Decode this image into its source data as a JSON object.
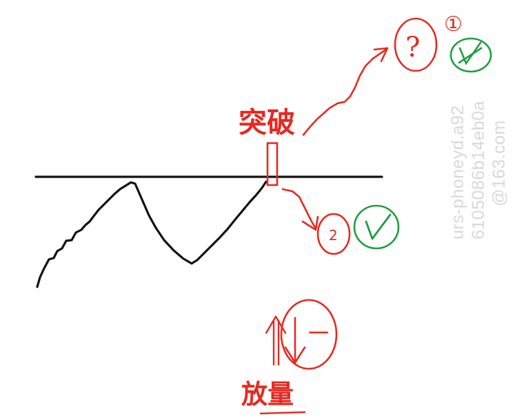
{
  "annotations": {
    "breakout_label": "突破",
    "volume_label": "放量",
    "scenario_1_number": "①",
    "question_mark": "?",
    "scenario_2_number": "2",
    "dash_mark": "一"
  },
  "watermark": {
    "line1": "urs-phoneyd.a92",
    "line2": "6105086b14eb0a",
    "line3": "@163.com"
  },
  "colors": {
    "ink": "#111111",
    "pen_red": "#e8281f",
    "pen_green": "#1e9e3f",
    "watermark": "#d9d9d9"
  },
  "icons": {
    "scenario_1_result": "cross-check-icon",
    "scenario_2_result": "check-icon",
    "breakout_marker": "rectangle-marker"
  }
}
